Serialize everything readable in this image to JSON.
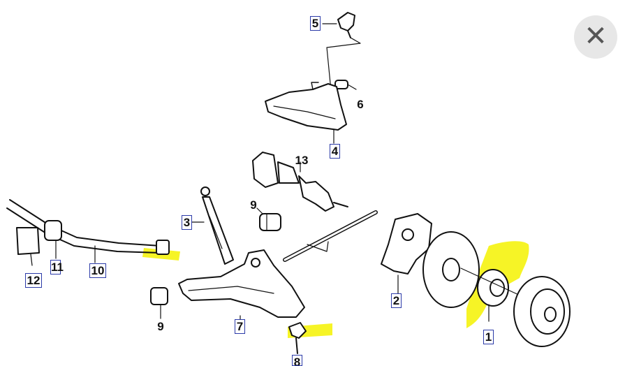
{
  "close": {
    "glyph": "✕",
    "icon": "close-icon"
  },
  "callouts": {
    "c1": "1",
    "c2": "2",
    "c3": "3",
    "c4": "4",
    "c5": "5",
    "c6": "6",
    "c7": "7",
    "c8": "8",
    "c9a": "9",
    "c9b": "9",
    "c10": "10",
    "c11": "11",
    "c12": "12",
    "c13": "13"
  },
  "colors": {
    "highlight": "#f6f31a",
    "ink": "#111111",
    "callout_box": "#2b3aa8",
    "close_bg": "#e7e7e7",
    "close_glyph": "#555555"
  }
}
